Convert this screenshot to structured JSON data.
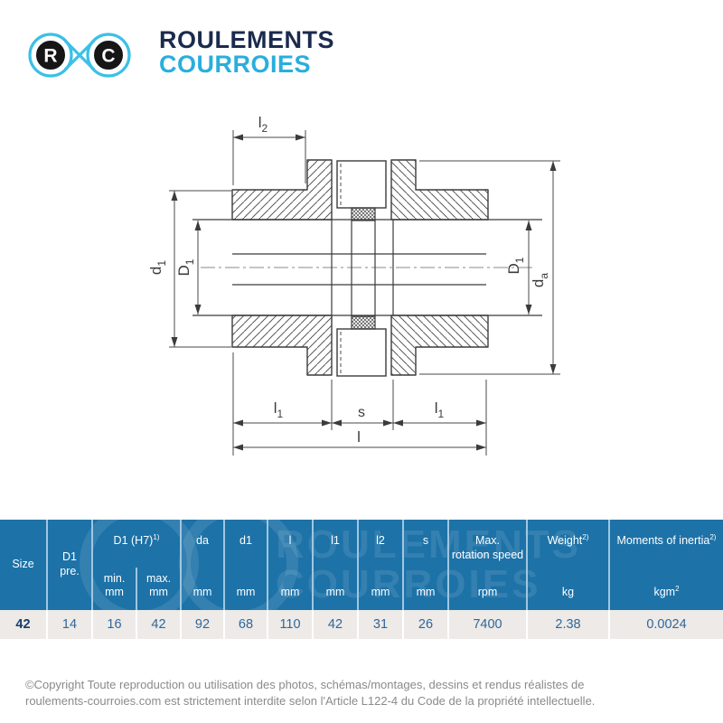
{
  "logo": {
    "letter_r": "R",
    "letter_c": "C",
    "line1": "ROULEMENTS",
    "line2": "COURROIES"
  },
  "watermark": {
    "line1": "ROULEMENTS",
    "line2": "COURROIES"
  },
  "drawing": {
    "labels": {
      "l2_main": "l",
      "l2_sub": "2",
      "d1_main": "d",
      "d1_sub": "1",
      "D1_left_main": "D",
      "D1_left_sub": "1",
      "D1_right_main": "D",
      "D1_right_sub": "1",
      "da_main": "d",
      "da_sub": "a",
      "l1_left_main": "l",
      "l1_left_sub": "1",
      "s_label": "s",
      "l1_right_main": "l",
      "l1_right_sub": "1",
      "l_label": "l"
    }
  },
  "table": {
    "group_d1h7": {
      "label": "D1 (H7)",
      "sup": "1)"
    },
    "columns": [
      {
        "label": "Size"
      },
      {
        "label": "D1",
        "label2": "pre."
      },
      {
        "sub": "min.",
        "unit": "mm"
      },
      {
        "sub": "max.",
        "unit": "mm"
      },
      {
        "label": "da",
        "unit": "mm"
      },
      {
        "label": "d1",
        "unit": "mm"
      },
      {
        "label": "l",
        "unit": "mm"
      },
      {
        "label": "l1",
        "unit": "mm"
      },
      {
        "label": "l2",
        "unit": "mm"
      },
      {
        "label": "s",
        "unit": "mm"
      },
      {
        "label": "Max.",
        "label2": "rotation speed",
        "unit": "rpm"
      },
      {
        "label": "Weight",
        "sup": "2)",
        "unit": "kg"
      },
      {
        "label": "Moments of inertia",
        "sup": "2)",
        "unit": "kgm",
        "unit_sup": "2"
      }
    ],
    "row": [
      "42",
      "14",
      "16",
      "42",
      "92",
      "68",
      "110",
      "42",
      "31",
      "26",
      "7400",
      "2.38",
      "0.0024"
    ]
  },
  "footer": {
    "line1": "©Copyright Toute reproduction ou utilisation des photos, schémas/montages, dessins et rendus réalistes de",
    "line2": "roulements-courroies.com est strictement interdite selon l'Article L122-4 du Code de la propriété intellectuelle."
  },
  "colors": {
    "header_blue": "#1d72a7",
    "divider_blue": "#9ec7e2",
    "row_bg": "#edeae7",
    "value_blue": "#2f679c",
    "size_navy": "#153e68",
    "logo_navy": "#1b2b4d",
    "logo_cyan": "#29aedd",
    "line_gray": "#3b3b3b",
    "copyright_gray": "#8a8a8a"
  }
}
